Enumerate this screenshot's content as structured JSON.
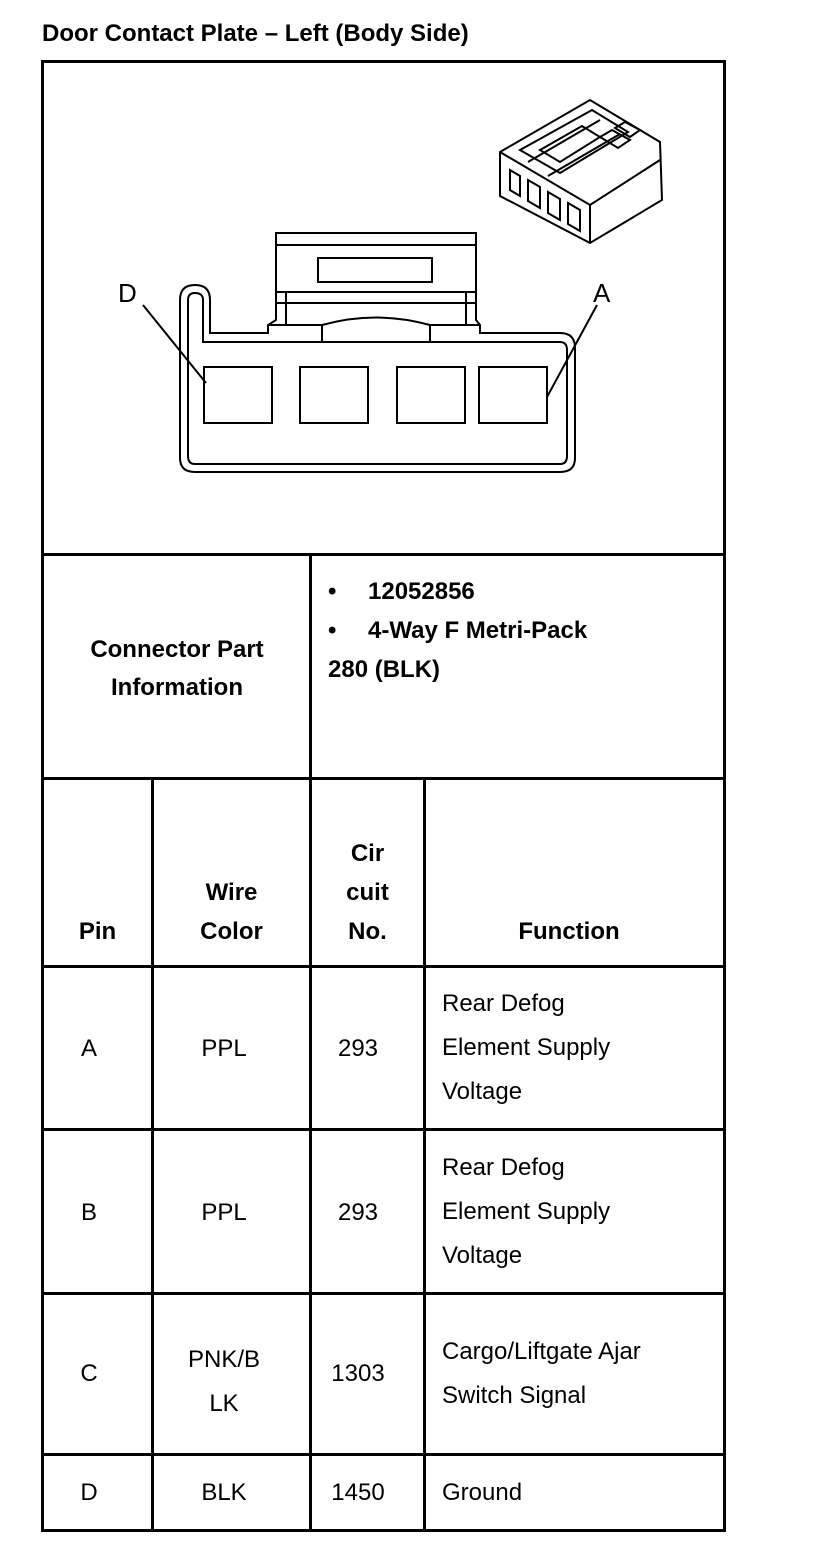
{
  "title": "Door Contact Plate – Left (Body Side)",
  "diagram": {
    "label_left": "D",
    "label_right": "A"
  },
  "connector_info": {
    "label_line1": "Connector Part",
    "label_line2": "Information",
    "bullet": "•",
    "part_number": "12052856",
    "description_line1": "4-Way F Metri-Pack",
    "description_line2": "280 (BLK)"
  },
  "table": {
    "headers": {
      "pin": "Pin",
      "wire_color_1": "Wire",
      "wire_color_2": "Color",
      "circuit_1": "Cir",
      "circuit_2": "cuit",
      "circuit_3": "No.",
      "function": "Function"
    },
    "rows": [
      {
        "pin": "A",
        "wire": [
          "PPL"
        ],
        "circuit": "293",
        "function": [
          "Rear Defog",
          "Element Supply",
          "Voltage"
        ]
      },
      {
        "pin": "B",
        "wire": [
          "PPL"
        ],
        "circuit": "293",
        "function": [
          "Rear Defog",
          "Element Supply",
          "Voltage"
        ]
      },
      {
        "pin": "C",
        "wire": [
          "PNK/B",
          "LK"
        ],
        "circuit": "1303",
        "function": [
          "Cargo/Liftgate Ajar",
          "Switch Signal"
        ]
      },
      {
        "pin": "D",
        "wire": [
          "BLK"
        ],
        "circuit": "1450",
        "function": [
          "Ground"
        ]
      }
    ]
  }
}
